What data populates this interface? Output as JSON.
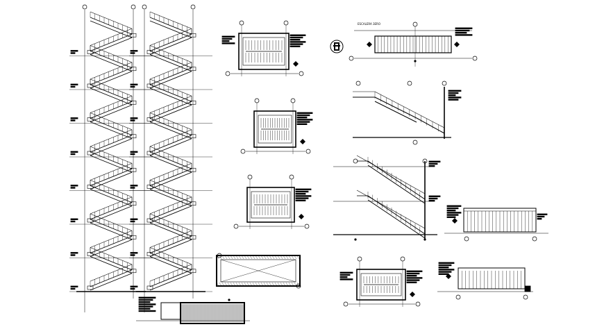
{
  "drawing": {
    "kind": "cad-stair-sheet",
    "line_color": "#000000",
    "background": "#ffffff",
    "labels": {
      "section_c_title": "ESCALERA 3ERO"
    },
    "views": [
      {
        "id": "stair-elevation-left",
        "kind": "multi-flight-section",
        "flights": 16
      },
      {
        "id": "stair-elevation-right",
        "kind": "multi-flight-section",
        "flights": 16
      },
      {
        "id": "plan-a",
        "kind": "stair-plan"
      },
      {
        "id": "plan-b",
        "kind": "stair-plan"
      },
      {
        "id": "plan-c",
        "kind": "stair-plan"
      },
      {
        "id": "plan-d",
        "kind": "stair-plan"
      },
      {
        "id": "section-a",
        "kind": "single-flight-section"
      },
      {
        "id": "section-b",
        "kind": "two-flight-section"
      },
      {
        "id": "section-c",
        "kind": "railing-elevation"
      },
      {
        "id": "section-d",
        "kind": "railing-elevation"
      },
      {
        "id": "section-e",
        "kind": "railing-elevation"
      },
      {
        "id": "detail-bottom-left",
        "kind": "hatched-detail"
      },
      {
        "id": "detail-bottom-middle",
        "kind": "hatched-slab"
      },
      {
        "id": "north-arrow",
        "kind": "symbol"
      }
    ]
  }
}
